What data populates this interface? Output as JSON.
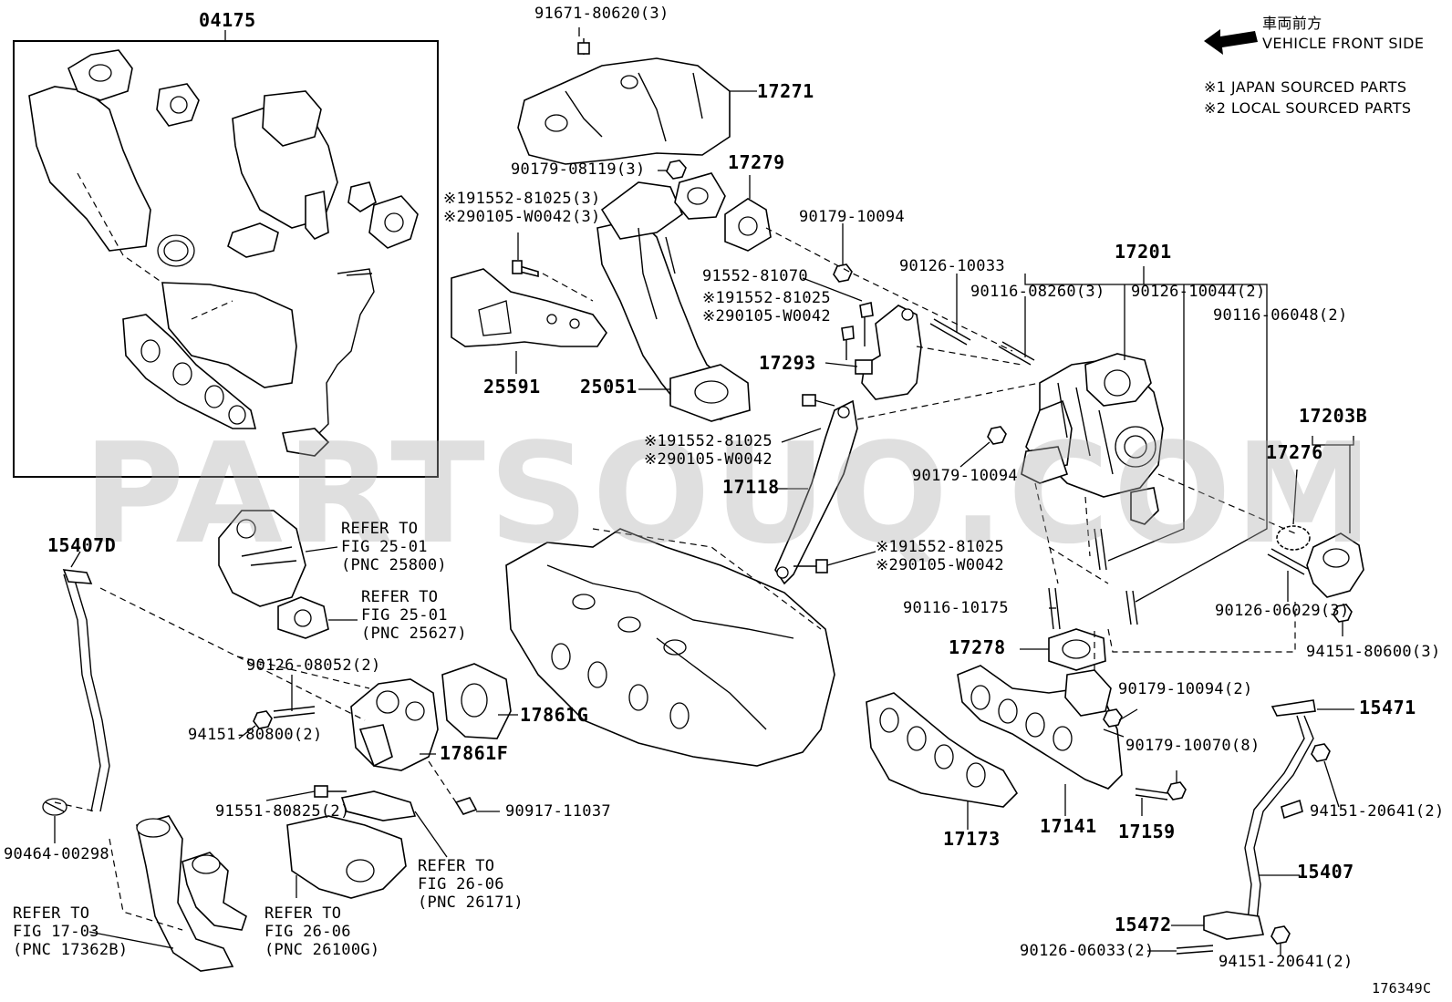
{
  "legend": {
    "front_jp": "車両前方",
    "front_en": "VEHICLE FRONT SIDE",
    "note1": "※1 JAPAN SOURCED PARTS",
    "note2": "※2 LOCAL SOURCED PARTS"
  },
  "watermark": "PARTSOUQ.COM",
  "figure_id": "176349C",
  "labels": {
    "l04175": "04175",
    "l91671": "91671-80620(3)",
    "l17271": "17271",
    "l90179_08119": "90179-08119(3)",
    "l17279": "17279",
    "l191552a": "※191552-81025(3)",
    "l290105a": "※290105-W0042(3)",
    "l90179_10094a": "90179-10094",
    "l91552_81070": "91552-81070",
    "l191552b": "※191552-81025",
    "l290105b": "※290105-W0042",
    "l90126_10033": "90126-10033",
    "l17201": "17201",
    "l90116_08260": "90116-08260(3)",
    "l90126_10044": "90126-10044(2)",
    "l90116_06048": "90116-06048(2)",
    "l25591": "25591",
    "l25051": "25051",
    "l17293": "17293",
    "l191552c": "※191552-81025",
    "l290105c": "※290105-W0042",
    "l17118": "17118",
    "l90179_10094b": "90179-10094",
    "l17203B": "17203B",
    "l17276": "17276",
    "l191552d": "※191552-81025",
    "l290105d": "※290105-W0042",
    "l15407D": "15407D",
    "refer1_a": "REFER TO",
    "refer1_b": "FIG 25-01",
    "refer1_c": "(PNC 25800)",
    "refer2_a": "REFER TO",
    "refer2_b": "FIG 25-01",
    "refer2_c": "(PNC 25627)",
    "l90116_10175": "90116-10175",
    "l90126_06029": "90126-06029(3)",
    "l17278": "17278",
    "l94151_80600": "94151-80600(3)",
    "l90126_08052": "90126-08052(2)",
    "l90179_10094_2": "90179-10094(2)",
    "l15471": "15471",
    "l94151_80800": "94151-80800(2)",
    "l17861G": "17861G",
    "l17861F": "17861F",
    "l90179_10070": "90179-10070(8)",
    "l91551_80825": "91551-80825(2)",
    "l90917_11037": "90917-11037",
    "l94151_20641a": "94151-20641(2)",
    "l17173": "17173",
    "l17141": "17141",
    "l17159": "17159",
    "l90464_00298": "90464-00298",
    "refer3_a": "REFER TO",
    "refer3_b": "FIG 26-06",
    "refer3_c": "(PNC 26171)",
    "l15407": "15407",
    "refer4_a": "REFER TO",
    "refer4_b": "FIG 17-03",
    "refer4_c": "(PNC 17362B)",
    "refer5_a": "REFER TO",
    "refer5_b": "FIG 26-06",
    "refer5_c": "(PNC 26100G)",
    "l15472": "15472",
    "l90126_06033": "90126-06033(2)",
    "l94151_20641b": "94151-20641(2)"
  }
}
